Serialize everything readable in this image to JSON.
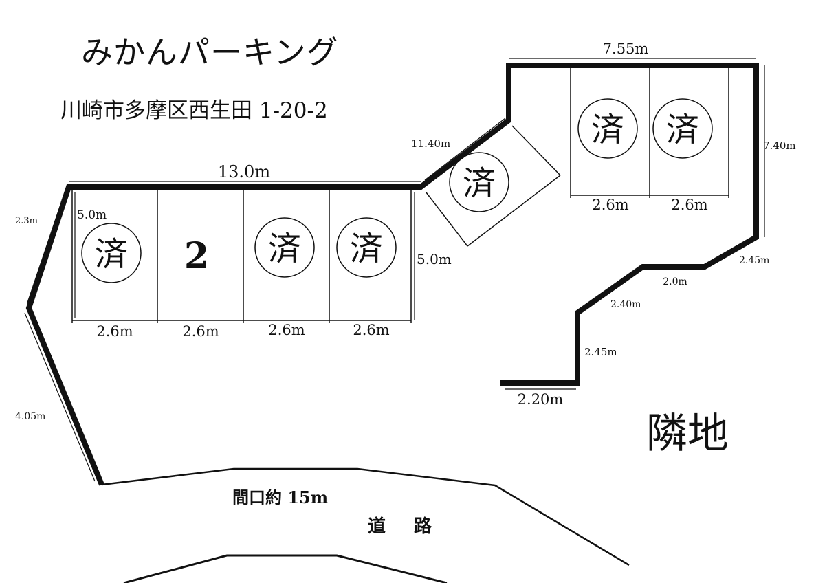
{
  "header": {
    "title": "みかんパーキング",
    "address": "川崎市多摩区西生田 1-20-2"
  },
  "labels": {
    "neighbor": "隣地",
    "frontage": "間口約 15m",
    "road": "道 路"
  },
  "spaces": [
    {
      "id": "L1",
      "text": "済",
      "status": "occupied"
    },
    {
      "id": "L2",
      "text": "2",
      "status": "available"
    },
    {
      "id": "L3",
      "text": "済",
      "status": "occupied"
    },
    {
      "id": "L4",
      "text": "済",
      "status": "occupied"
    },
    {
      "id": "D1",
      "text": "済",
      "status": "occupied"
    },
    {
      "id": "R1",
      "text": "済",
      "status": "occupied"
    },
    {
      "id": "R2",
      "text": "済",
      "status": "occupied"
    }
  ],
  "dimensions": {
    "top_left_width": "13.0m",
    "left_space_depth": "5.0m",
    "left_space_depth_right": "5.0m",
    "left_space_width_1": "2.6m",
    "left_space_width_2": "2.6m",
    "left_space_width_3": "2.6m",
    "left_space_width_4": "2.6m",
    "left_edge_upper": "2.3m",
    "left_edge_lower": "4.05m",
    "diagonal_edge": "11.40m",
    "top_right_width": "7.55m",
    "right_edge": "7.40m",
    "right_space_width_1": "2.6m",
    "right_space_width_2": "2.6m",
    "step_diag_1": "2.45m",
    "step_horiz_1": "2.0m",
    "step_diag_2": "2.40m",
    "step_vert": "2.45m",
    "bottom_right_edge": "2.20m"
  }
}
